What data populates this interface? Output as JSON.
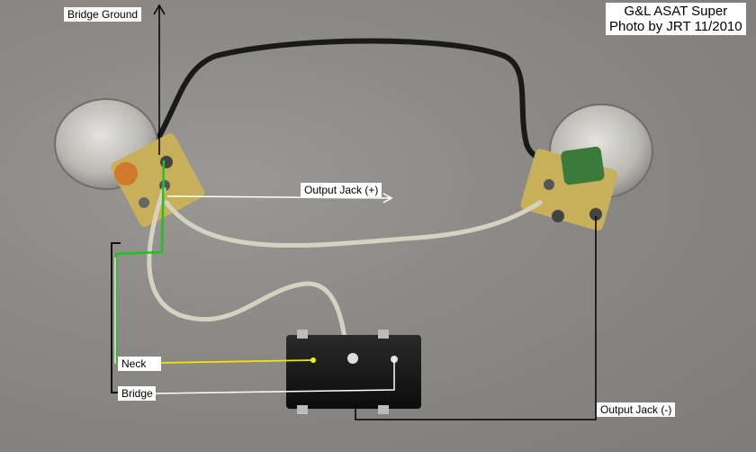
{
  "title": {
    "line1": "G&L ASAT Super",
    "line2": "Photo by JRT 11/2010"
  },
  "labels": {
    "bridge_ground": "Bridge Ground",
    "output_jack_plus": "Output Jack (+)",
    "output_jack_minus": "Output Jack (-)",
    "neck": "Neck",
    "bridge": "Bridge"
  },
  "colors": {
    "background": "#8c8a87",
    "pot_metal": "#c9c8c4",
    "black_wire": "#1a1a1a",
    "cloth_wire": "#d6d2c2",
    "neck_wire": "#f2e600",
    "green_wire": "#22c020",
    "capacitor_orange": "#d07a2a",
    "capacitor_green": "#3a7a3a"
  }
}
